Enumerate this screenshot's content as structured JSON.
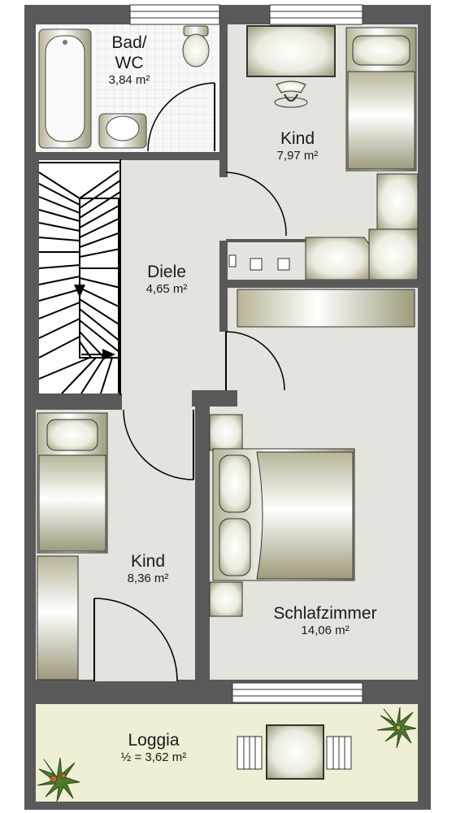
{
  "colors": {
    "wall": "#595959",
    "floor": "#e4e3de",
    "loggia_floor": "#efefd6",
    "bathroom_tile": "#f4f4f4",
    "furniture": "#d9d6c0",
    "plant": "#4d7a2a"
  },
  "rooms": [
    {
      "id": "bad",
      "name_line1": "Bad/",
      "name_line2": "WC",
      "area": "3,84 m²"
    },
    {
      "id": "kind_top",
      "name": "Kind",
      "area": "7,97 m²"
    },
    {
      "id": "diele",
      "name": "Diele",
      "area": "4,65 m²"
    },
    {
      "id": "kind_bottom",
      "name": "Kind",
      "area": "8,36 m²"
    },
    {
      "id": "schlafzimmer",
      "name": "Schlafzimmer",
      "area": "14,06 m²"
    },
    {
      "id": "loggia",
      "name": "Loggia",
      "area": "½ = 3,62 m²"
    }
  ],
  "icons": [
    "bathtub-icon",
    "toilet-icon",
    "sink-icon",
    "bed-icon",
    "desk-chair-icon",
    "stairs-icon",
    "table-icon",
    "chair-icon",
    "plant-icon"
  ]
}
